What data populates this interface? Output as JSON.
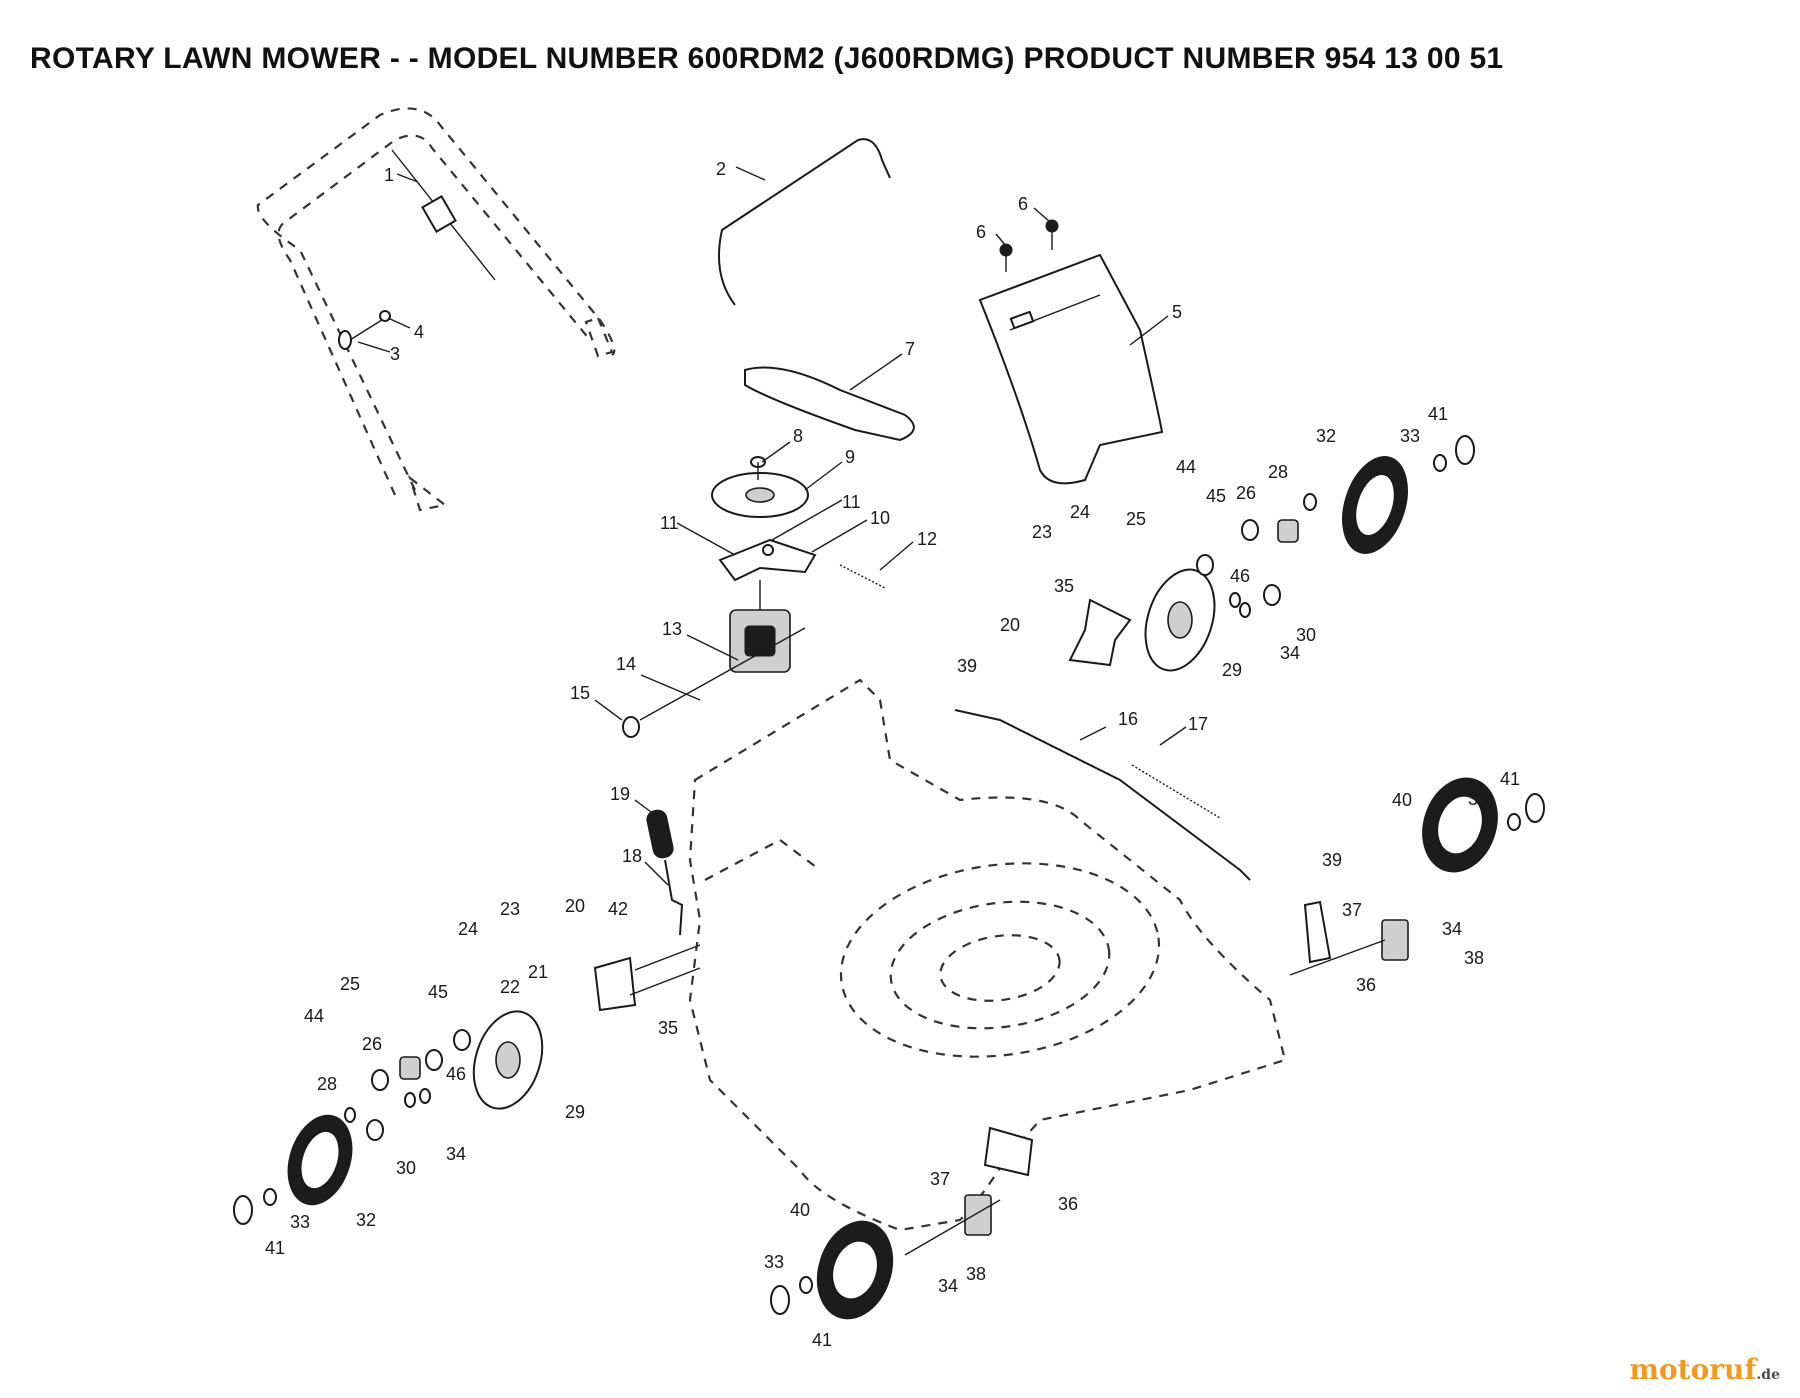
{
  "title": "ROTARY LAWN MOWER - - MODEL NUMBER 600RDM2 (J600RDMG) PRODUCT NUMBER 954 13 00 51",
  "watermark": {
    "brand": "motoruf",
    "tld": ".de",
    "color": "#f39a1e"
  },
  "part_labels": {
    "p1": "1",
    "p2": "2",
    "p3": "3",
    "p4": "4",
    "p5": "5",
    "p6a": "6",
    "p6b": "6",
    "p7": "7",
    "p8": "8",
    "p9": "9",
    "p10": "10",
    "p11a": "11",
    "p11b": "11",
    "p12": "12",
    "p13": "13",
    "p14": "14",
    "p15": "15",
    "p16": "16",
    "p17": "17",
    "p18": "18",
    "p19": "19",
    "p20a": "20",
    "p20b": "20",
    "p21": "21",
    "p22": "22",
    "p23a": "23",
    "p23b": "23",
    "p24a": "24",
    "p24b": "24",
    "p25a": "25",
    "p25b": "25",
    "p26a": "26",
    "p26b": "26",
    "p28a": "28",
    "p28b": "28",
    "p29a": "29",
    "p29b": "29",
    "p30a": "30",
    "p30b": "30",
    "p32a": "32",
    "p32b": "32",
    "p33a": "33",
    "p33b": "33",
    "p33c": "33",
    "p33d": "33",
    "p34a": "34",
    "p34b": "34",
    "p34c": "34",
    "p34d": "34",
    "p35a": "35",
    "p35b": "35",
    "p36a": "36",
    "p36b": "36",
    "p37a": "37",
    "p37b": "37",
    "p38a": "38",
    "p38b": "38",
    "p39a": "39",
    "p39b": "39",
    "p40a": "40",
    "p40b": "40",
    "p41a": "41",
    "p41b": "41",
    "p41c": "41",
    "p41d": "41",
    "p42": "42",
    "p44a": "44",
    "p44b": "44",
    "p45a": "45",
    "p45b": "45",
    "p46a": "46",
    "p46b": "46"
  }
}
